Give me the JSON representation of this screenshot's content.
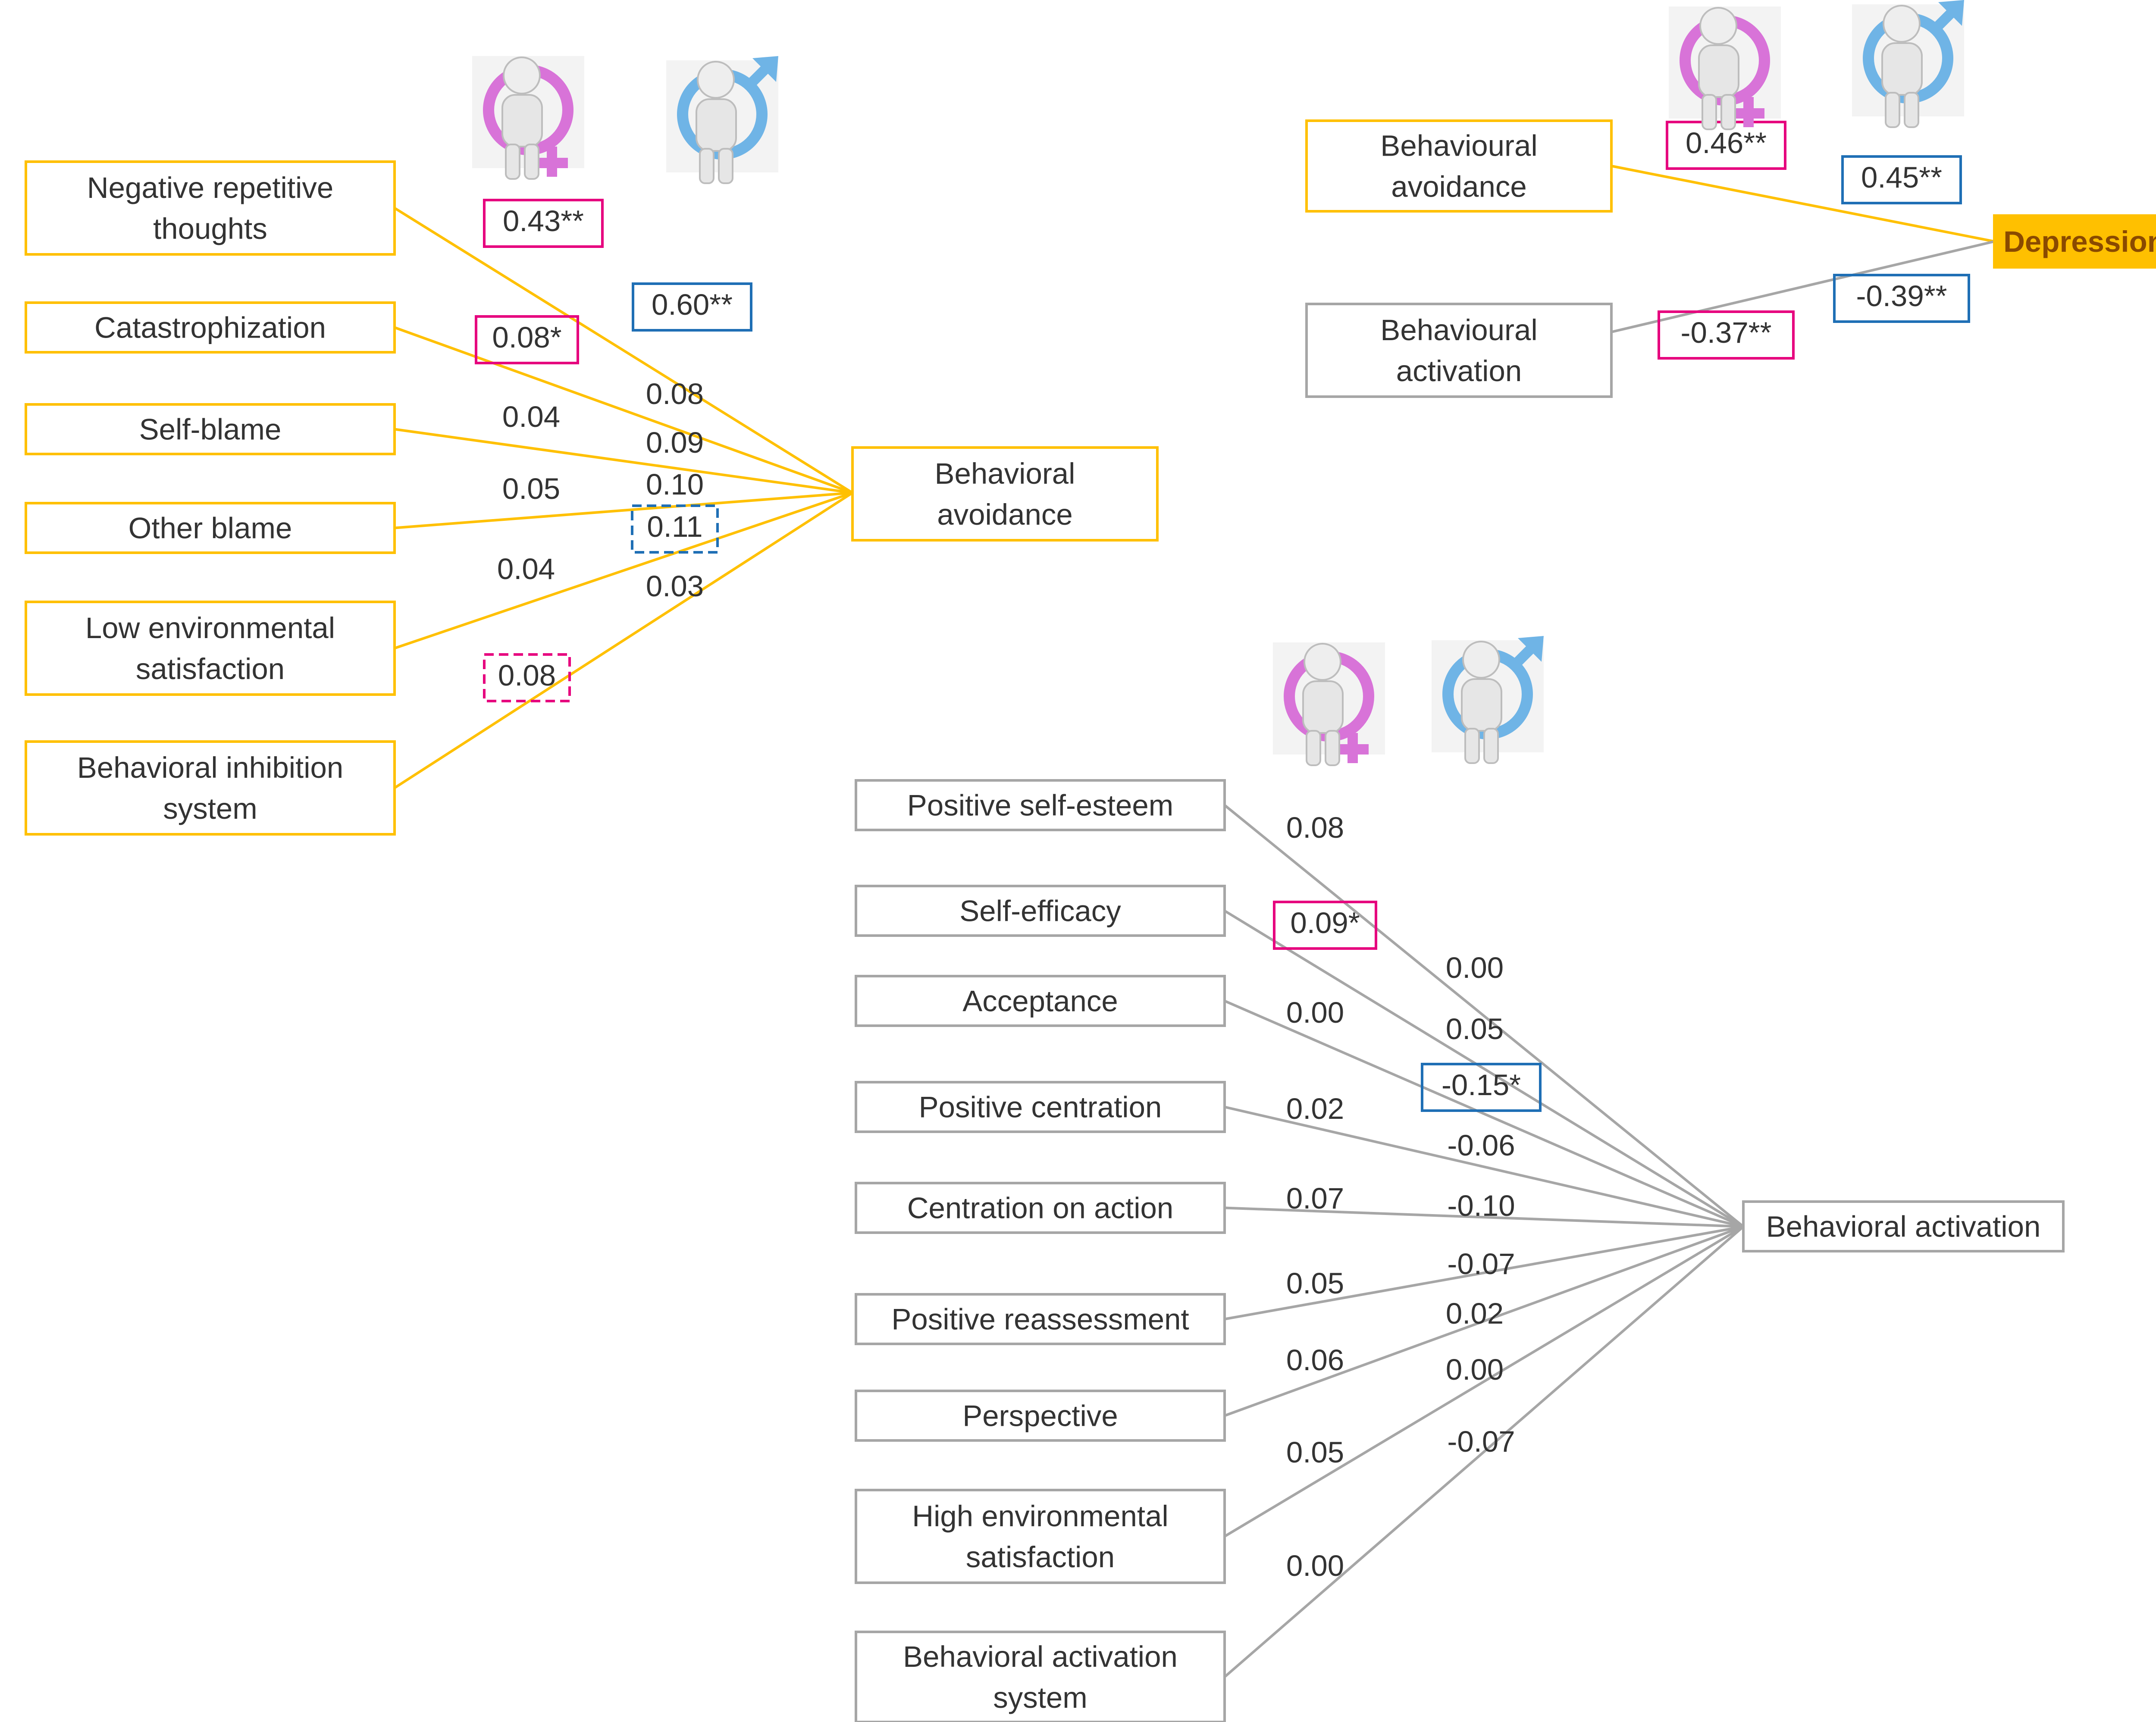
{
  "colors": {
    "avoidance": "#ffc000",
    "activation": "#a6a6a6",
    "female": "#e6007e",
    "male": "#1f6fb5",
    "text": "#333333",
    "depression_fill": "#ffc000",
    "depression_text": "#8a4a00"
  },
  "icons": {
    "female": "female-person-icon",
    "male": "male-person-icon"
  },
  "avoidance_model": {
    "predictors": [
      {
        "lines": [
          "Negative repetitive",
          "thoughts"
        ]
      },
      {
        "lines": [
          "Catastrophization"
        ]
      },
      {
        "lines": [
          "Self-blame"
        ]
      },
      {
        "lines": [
          "Other blame"
        ]
      },
      {
        "lines": [
          "Low environmental",
          "satisfaction"
        ]
      },
      {
        "lines": [
          "Behavioral inhibition",
          "system"
        ]
      }
    ],
    "outcome": {
      "lines": [
        "Behavioral",
        "avoidance"
      ]
    },
    "coefficients": [
      {
        "text": "0.43**",
        "box": "female"
      },
      {
        "text": "0.60**",
        "box": "male"
      },
      {
        "text": "0.08*",
        "box": "female"
      },
      {
        "text": "0.08",
        "box": ""
      },
      {
        "text": "0.04",
        "box": ""
      },
      {
        "text": "0.09",
        "box": ""
      },
      {
        "text": "0.05",
        "box": ""
      },
      {
        "text": "0.10",
        "box": ""
      },
      {
        "text": "0.11",
        "box": "male-dashed"
      },
      {
        "text": "0.04",
        "box": ""
      },
      {
        "text": "0.03",
        "box": ""
      },
      {
        "text": "0.08",
        "box": "female-dashed"
      }
    ]
  },
  "depression_model": {
    "predictors": [
      {
        "lines": [
          "Behavioural",
          "avoidance"
        ]
      },
      {
        "lines": [
          "Behavioural",
          "activation"
        ]
      }
    ],
    "outcome": {
      "lines": [
        "Depression"
      ]
    },
    "coefficients": [
      {
        "text": "0.46**",
        "box": "female"
      },
      {
        "text": "0.45**",
        "box": "male"
      },
      {
        "text": "-0.39**",
        "box": "male"
      },
      {
        "text": "-0.37**",
        "box": "female"
      }
    ]
  },
  "activation_model": {
    "predictors": [
      {
        "lines": [
          "Positive self-esteem"
        ]
      },
      {
        "lines": [
          "Self-efficacy"
        ]
      },
      {
        "lines": [
          "Acceptance"
        ]
      },
      {
        "lines": [
          "Positive centration"
        ]
      },
      {
        "lines": [
          "Centration on action"
        ]
      },
      {
        "lines": [
          "Positive reassessment"
        ]
      },
      {
        "lines": [
          "Perspective"
        ]
      },
      {
        "lines": [
          "High environmental",
          "satisfaction"
        ]
      },
      {
        "lines": [
          "Behavioral activation",
          "system"
        ]
      }
    ],
    "outcome": {
      "lines": [
        "Behavioral  activation"
      ]
    },
    "coefficients": [
      {
        "text": "0.08",
        "box": ""
      },
      {
        "text": "0.09*",
        "box": "female"
      },
      {
        "text": "0.00",
        "box": ""
      },
      {
        "text": "0.00",
        "box": ""
      },
      {
        "text": "0.05",
        "box": ""
      },
      {
        "text": "-0.15*",
        "box": "male"
      },
      {
        "text": "0.02",
        "box": ""
      },
      {
        "text": "-0.06",
        "box": ""
      },
      {
        "text": "0.07",
        "box": ""
      },
      {
        "text": "-0.10",
        "box": ""
      },
      {
        "text": "-0.07",
        "box": ""
      },
      {
        "text": "0.05",
        "box": ""
      },
      {
        "text": "0.02",
        "box": ""
      },
      {
        "text": "0.06",
        "box": ""
      },
      {
        "text": "0.00",
        "box": ""
      },
      {
        "text": "0.05",
        "box": ""
      },
      {
        "text": "-0.07",
        "box": ""
      },
      {
        "text": "0.00",
        "box": ""
      }
    ]
  }
}
